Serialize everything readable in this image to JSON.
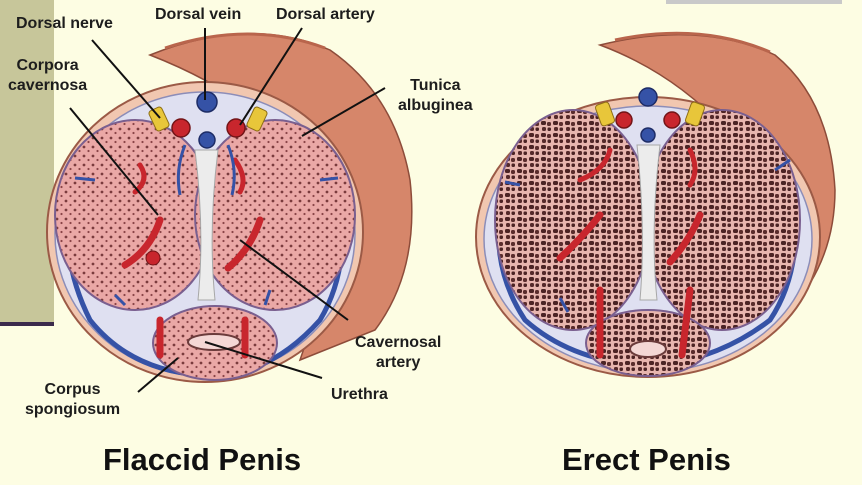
{
  "labels": {
    "dorsal_nerve": "Dorsal nerve",
    "dorsal_vein": "Dorsal vein",
    "dorsal_artery": "Dorsal artery",
    "corpora_cavernosa": "Corpora\ncavernosa",
    "tunica_albuginea": "Tunica\nalbuginea",
    "cavernosal_artery": "Cavernosal\nartery",
    "urethra": "Urethra",
    "corpus_spongiosum": "Corpus\nspongiosum"
  },
  "captions": {
    "flaccid": "Flaccid Penis",
    "erect": "Erect Penis"
  },
  "colors": {
    "background": "#fdfde3",
    "skin": "#d9876a",
    "tissue_pink": "#eaa8a6",
    "tissue_dark": "#5a2c2c",
    "artery_red": "#c8262d",
    "vein_blue": "#3552a6",
    "nerve_yellow": "#e8c63a"
  }
}
